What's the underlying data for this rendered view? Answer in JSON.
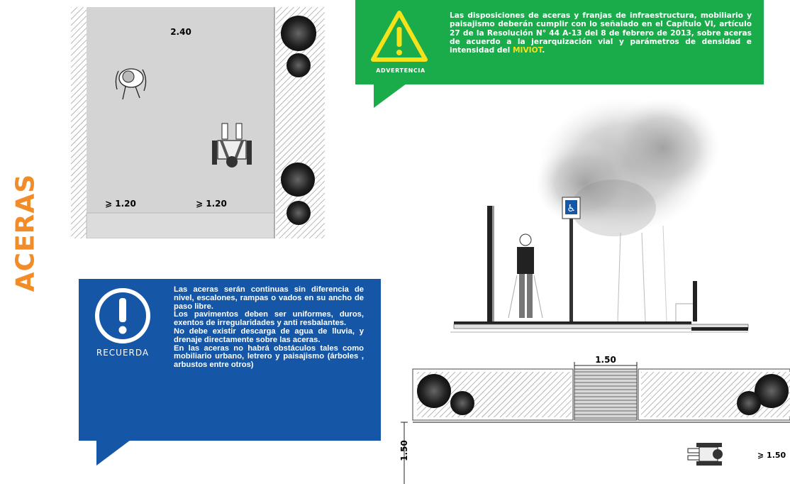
{
  "title": "ACERAS",
  "warning": {
    "label": "ADVERTENCIA",
    "text_before": "Las disposiciones de aceras y franjas de infraestructura, mobiliario y paisajismo deberán cumplir con lo señalado en el Capítulo VI, artículo 27 de la Resolución N° 44 A-13 del 8 de febrero de 2013, sobre aceras de acuerdo a la jerarquización vial y parámetros de densidad e intensidad del ",
    "highlight": "MIVIOT",
    "text_after": ".",
    "color": "#1aab4b",
    "highlight_color": "#f4e21b"
  },
  "reminder": {
    "label": "RECUERDA",
    "paragraphs": [
      "Las aceras serán continuas sin diferencia de nivel, escalones, rampas o vados en su ancho de paso libre.",
      "Los pavimentos deben ser uniformes, duros, exentos de irregularidades y anti resbalantes.",
      "No debe existir descarga de agua de lluvia, y drenaje directamente sobre las aceras.",
      "En las aceras no habrá obstáculos tales como mobiliario urbano, letrero y paisajismo (árboles , arbustos entre otros)"
    ],
    "color": "#1557a6"
  },
  "plan": {
    "width_label": "2.40",
    "min_left": "⩾ 1.20",
    "min_right": "⩾ 1.20"
  },
  "crossing": {
    "width_label": "1.50",
    "side_label": "1.50",
    "min_label": "⩾ 1.50"
  },
  "accent_color": "#f28c28"
}
